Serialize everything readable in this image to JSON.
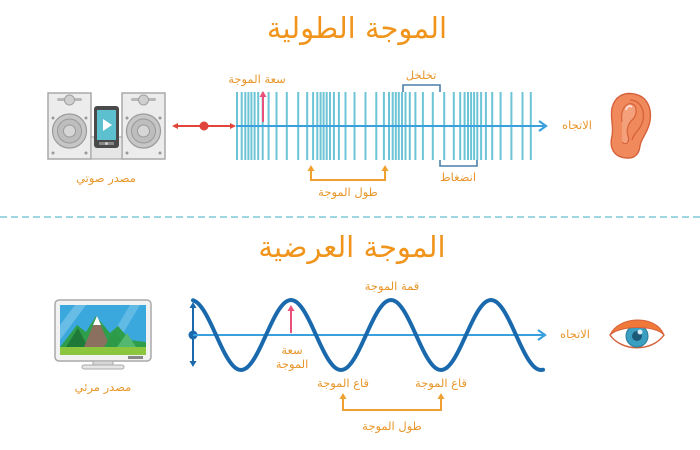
{
  "colors": {
    "title": "#f0941c",
    "label": "#e8962a",
    "wave_line": "#6cc4d6",
    "axis": "#3aa0dd",
    "sine": "#1a69ad",
    "source_arrow": "#e0443a",
    "amplitude_arrow": "#e8517a",
    "bracket": "#4a7fa8",
    "divider": "#7fc8d8",
    "ear": "#f08a5c",
    "eye_iris": "#3a9fc0",
    "eyelid": "#f0793a"
  },
  "longitudinal": {
    "title": "الموجة الطولية",
    "source_label": "مصدر صوتي",
    "direction_label": "الاتجاه",
    "amplitude_label": "سعة الموجة",
    "rarefaction_label": "تخلخل",
    "compression_label": "انضغاط",
    "wavelength_label": "طول الموجة",
    "source_icon": "stereo-speaker-icon",
    "receiver_icon": "ear-icon"
  },
  "transverse": {
    "title": "الموجة العرضية",
    "source_label": "مصدر مرئي",
    "direction_label": "الاتجاه",
    "crest_label": "قمة الموجة",
    "amplitude_label_line1": "سعة",
    "amplitude_label_line2": "الموجة",
    "trough_label_1": "قاع الموجة",
    "trough_label_2": "قاع الموجة",
    "wavelength_label": "طول الموجة",
    "source_icon": "monitor-icon",
    "receiver_icon": "eye-icon"
  }
}
